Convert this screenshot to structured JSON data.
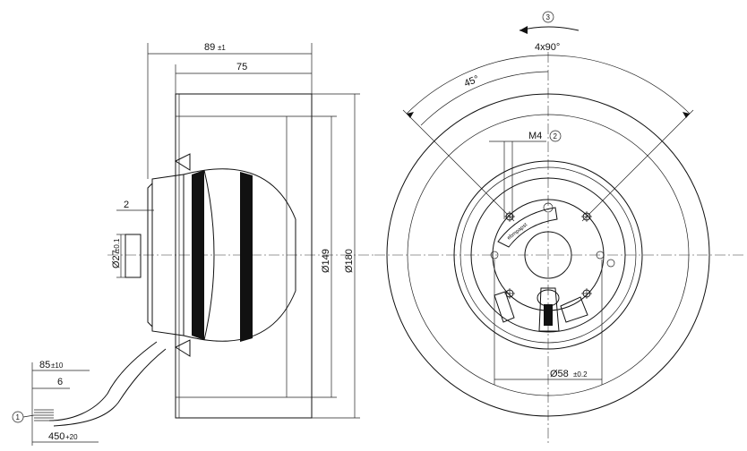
{
  "labels": {
    "dim_89": "89",
    "dim_89_tol": "±1",
    "dim_75": "75",
    "dim_2": "2",
    "dim_27": "Ø27",
    "dim_27_tol": "±0.1",
    "dim_149": "Ø149",
    "dim_180": "Ø180",
    "dim_85": "85",
    "dim_85_tol": "±10",
    "dim_6": "6",
    "dim_450": "450",
    "dim_450_tol": "+20",
    "callout_1": "1",
    "callout_2": "2",
    "callout_3": "3",
    "dim_4x90": "4x90°",
    "dim_45": "45°",
    "dim_m4": "M4",
    "dim_58": "Ø58",
    "dim_58_tol": "±0.2",
    "brand_text": "ebmpapst"
  }
}
